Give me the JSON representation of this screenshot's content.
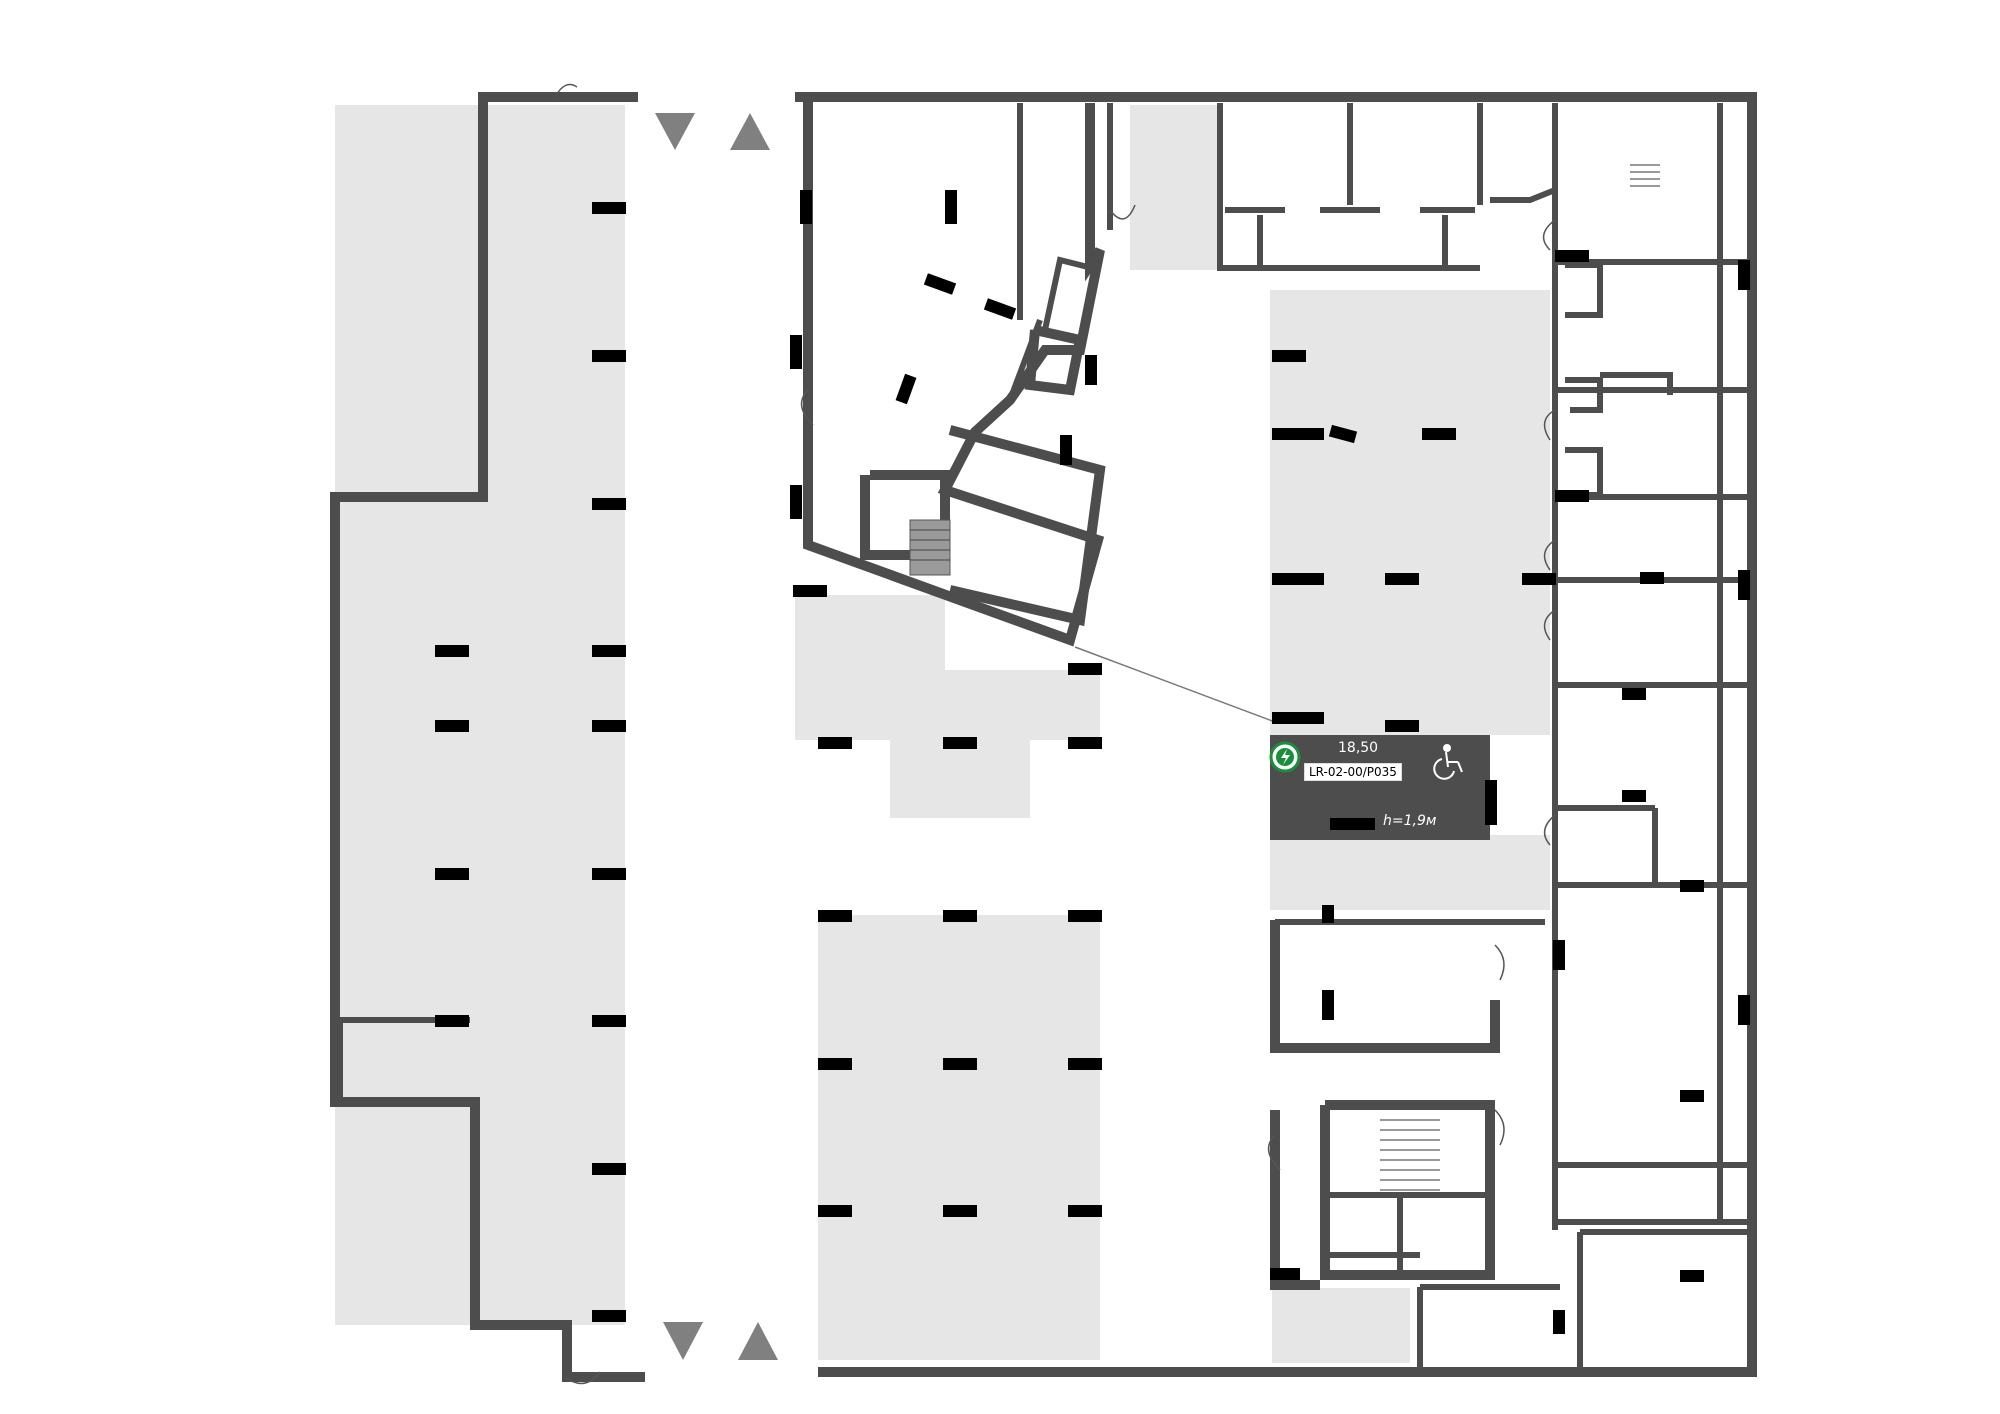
{
  "spot": {
    "area": "18,50",
    "code": "LR-02-00/P035",
    "height": "h=1,9м",
    "wheelchair_icon": "wheelchair-icon",
    "charging_icon": "ev-charging-icon"
  },
  "colors": {
    "wall": "#4d4d4d",
    "zone": "#e6e6e6",
    "pillar": "#000000",
    "selected_spot": "#4d4d4d",
    "charging_green": "#1a8f3a",
    "arrow": "#808080"
  }
}
